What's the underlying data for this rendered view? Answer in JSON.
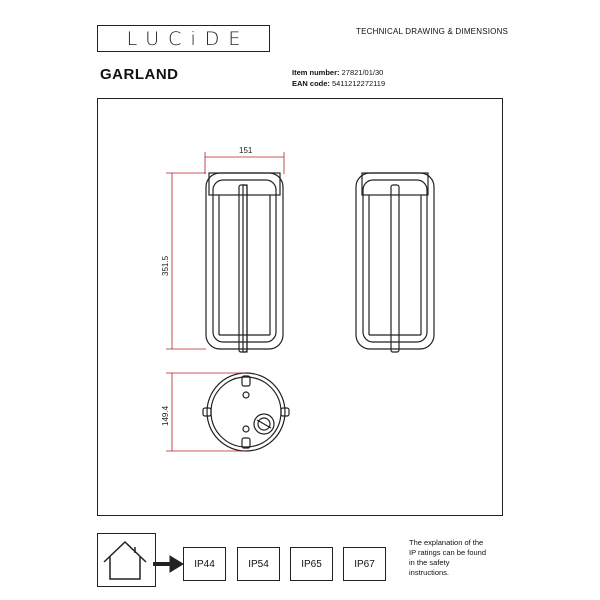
{
  "header": {
    "logo_text": "LUCiDE",
    "doc_title": "TECHNICAL DRAWING & DIMENSIONS"
  },
  "product": {
    "name": "GARLAND",
    "item_number_label": "Item number:",
    "item_number": "27821/01/30",
    "ean_label": "EAN code:",
    "ean": "5411212272119"
  },
  "dimensions": {
    "width": "151",
    "height": "351.5",
    "depth": "149.4"
  },
  "ip_ratings": [
    "IP44",
    "IP54",
    "IP65",
    "IP67"
  ],
  "ip_note": [
    "The explanation of the",
    "IP ratings can be found",
    "in the safety",
    "instructions."
  ],
  "colors": {
    "dimension_line": "#b02030",
    "line": "#222222"
  }
}
